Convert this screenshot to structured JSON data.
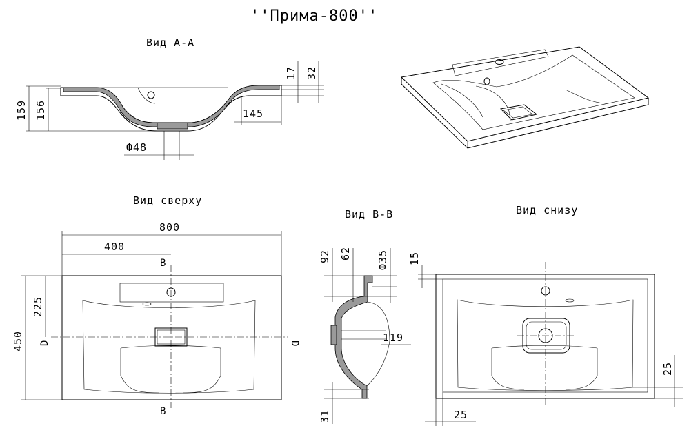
{
  "title": "''Прима-800''",
  "views": {
    "section_aa": "Вид А-А",
    "top": "Вид сверху",
    "section_bb": "Вид В-В",
    "bottom": "Вид снизу"
  },
  "dims": {
    "aa_159": "159",
    "aa_156": "156",
    "aa_17": "17",
    "aa_32": "32",
    "aa_145": "145",
    "aa_d48": "Ф48",
    "top_800": "800",
    "top_400": "400",
    "top_450": "450",
    "top_225": "225",
    "bb_92": "92",
    "bb_62": "62",
    "bb_d35": "Ф35",
    "bb_119": "119",
    "bb_31": "31",
    "bottom_15": "15",
    "bottom_25a": "25",
    "bottom_25b": "25"
  },
  "markers": {
    "b_top": "В",
    "b_bottom": "В",
    "d_left": "D",
    "d_right": "D"
  }
}
